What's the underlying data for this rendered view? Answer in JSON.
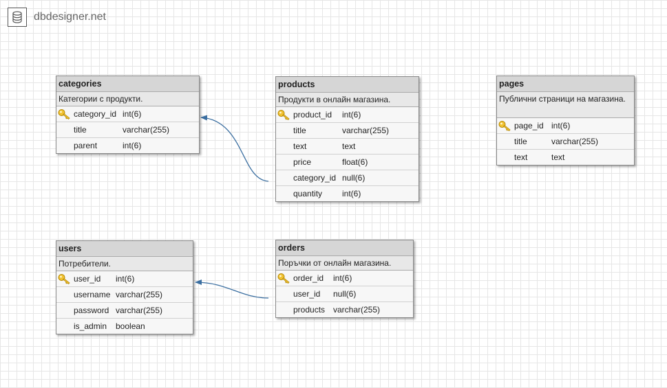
{
  "app": {
    "title": "dbdesigner.net"
  },
  "colors": {
    "link": "#3a6ea0",
    "header": "#d6d6d6",
    "comment": "#e8e8e8",
    "key": "#d7a300"
  },
  "tables": {
    "categories": {
      "name": "categories",
      "comment": "Категории с продукти.",
      "fields": [
        {
          "name": "category_id",
          "type": "int(6)",
          "pk": true
        },
        {
          "name": "title",
          "type": "varchar(255)"
        },
        {
          "name": "parent",
          "type": "int(6)"
        }
      ]
    },
    "products": {
      "name": "products",
      "comment": "Продукти в онлайн магазина.",
      "fields": [
        {
          "name": "product_id",
          "type": "int(6)",
          "pk": true
        },
        {
          "name": "title",
          "type": "varchar(255)"
        },
        {
          "name": "text",
          "type": "text"
        },
        {
          "name": "price",
          "type": "float(6)"
        },
        {
          "name": "category_id",
          "type": "null(6)"
        },
        {
          "name": "quantity",
          "type": "int(6)"
        }
      ]
    },
    "pages": {
      "name": "pages",
      "comment": "Публични страници на магазина.",
      "fields": [
        {
          "name": "page_id",
          "type": "int(6)",
          "pk": true
        },
        {
          "name": "title",
          "type": "varchar(255)"
        },
        {
          "name": "text",
          "type": "text"
        }
      ]
    },
    "users": {
      "name": "users",
      "comment": "Потребители.",
      "fields": [
        {
          "name": "user_id",
          "type": "int(6)",
          "pk": true
        },
        {
          "name": "username",
          "type": "varchar(255)"
        },
        {
          "name": "password",
          "type": "varchar(255)"
        },
        {
          "name": "is_admin",
          "type": "boolean"
        }
      ]
    },
    "orders": {
      "name": "orders",
      "comment": "Поръчки от онлайн магазина.",
      "fields": [
        {
          "name": "order_id",
          "type": "int(6)",
          "pk": true
        },
        {
          "name": "user_id",
          "type": "null(6)"
        },
        {
          "name": "products",
          "type": "varchar(255)"
        }
      ]
    }
  }
}
